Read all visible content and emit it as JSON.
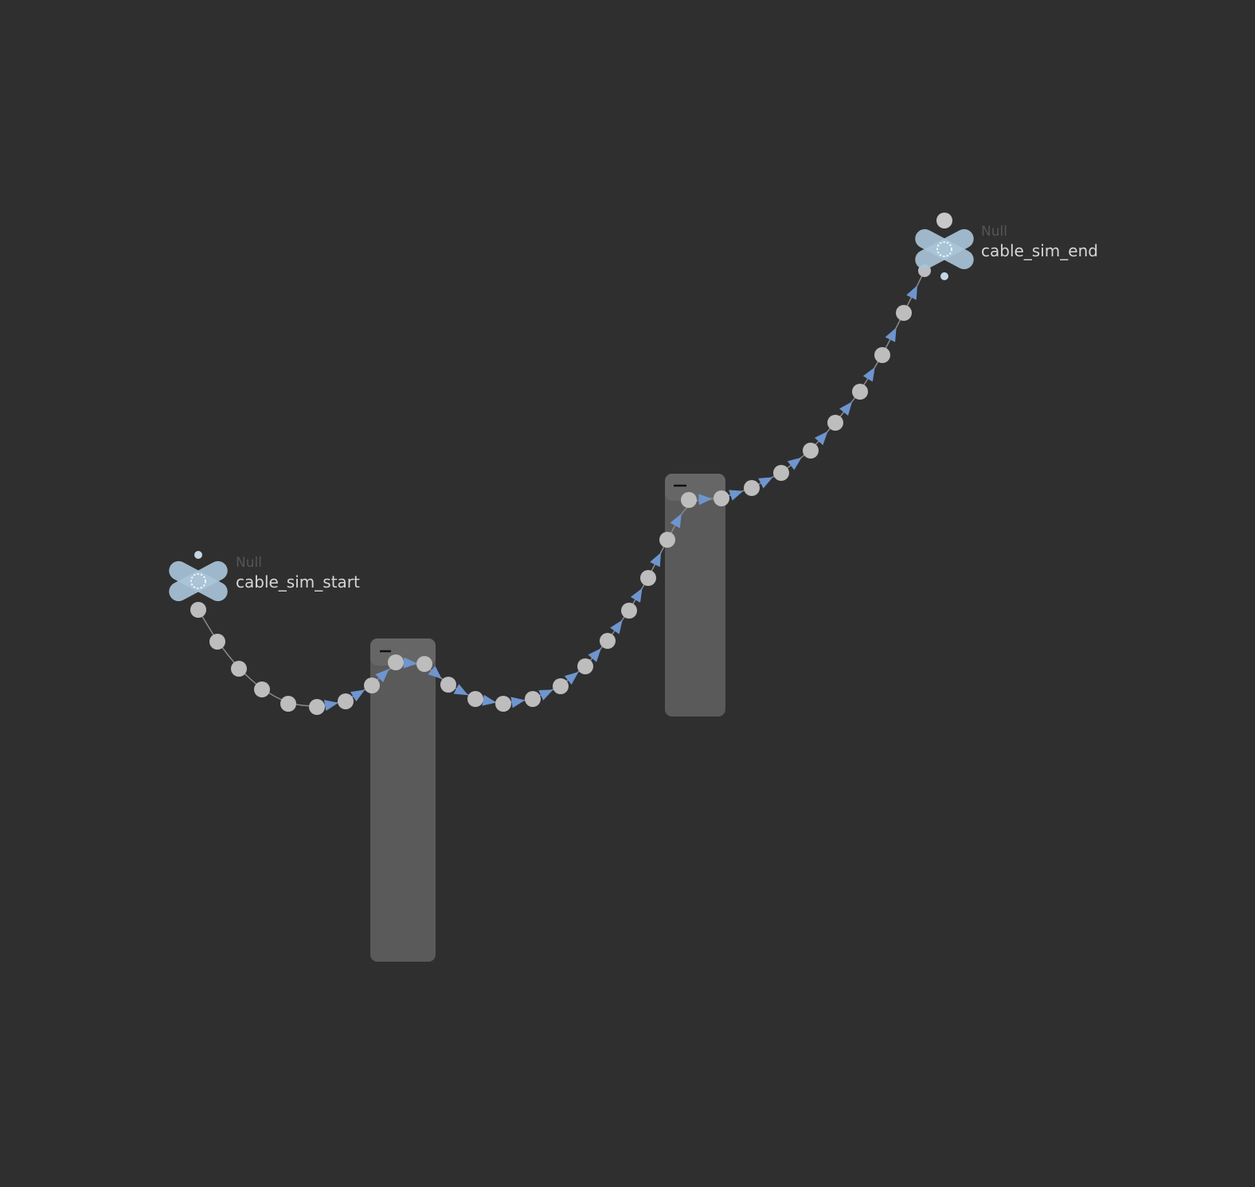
{
  "network": {
    "background": "#2f2f2f",
    "wire_color": "#8a8a8a",
    "point_color": "#bdbdbd",
    "arrow_color": "#6f95cf",
    "dot_color": "#c4d7e6",
    "post_color": "#5a5a5a",
    "nodes": {
      "start": {
        "type": "Null",
        "name": "cable_sim_start",
        "icon": "null-x-icon",
        "icon_color": "#a9c3d8"
      },
      "end": {
        "type": "Null",
        "name": "cable_sim_end",
        "icon": "null-x-icon",
        "icon_color": "#a9c3d8"
      }
    },
    "dots": [
      {
        "id": "dot-1",
        "icon": "dot-minus-icon"
      },
      {
        "id": "dot-2",
        "icon": "dot-minus-icon"
      }
    ]
  }
}
